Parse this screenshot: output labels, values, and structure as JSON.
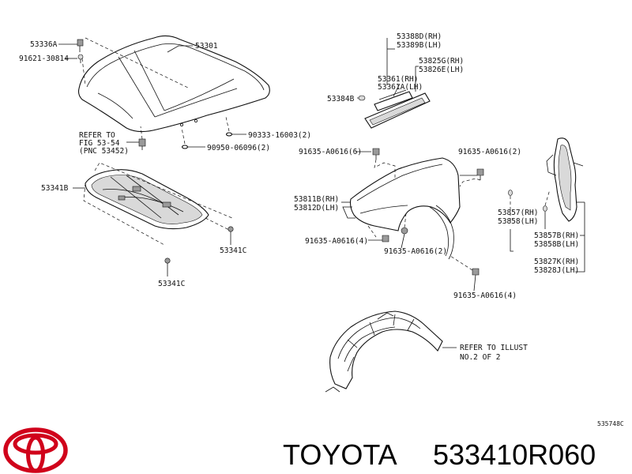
{
  "labels": {
    "p53336a": "53336A",
    "p91621": "91621-30814",
    "p53301": "53301",
    "refer_fig_1": "REFER TO",
    "refer_fig_2": "FIG 53-54",
    "refer_fig_3": "(PNC 53452)",
    "p90333": "90333-16003(2)",
    "p90950": "90950-06096(2)",
    "p53341b": "53341B",
    "p53341c_a": "53341C",
    "p53341c_b": "53341C",
    "p53388d": "53388D(RH)",
    "p53389b": "53389B(LH)",
    "p53825g": "53825G(RH)",
    "p53826e": "53826E(LH)",
    "p53361": "53361(RH)",
    "p53361a": "53361A(LH)",
    "p53384b": "53384B",
    "p91635_6": "91635-A0616(6)",
    "p91635_2a": "91635-A0616(2)",
    "p53811b": "53811B(RH)",
    "p53812d": "53812D(LH)",
    "p91635_4a": "91635-A0616(4)",
    "p91635_2b": "91635-A0616(2)",
    "p91635_4b": "91635-A0616(4)",
    "p53857": "53857(RH)",
    "p53858": "53858(LH)",
    "p53857b": "53857B(RH)",
    "p53858b": "53858B(LH)",
    "p53827k": "53827K(RH)",
    "p53828j": "53828J(LH)",
    "refer_illust_1": "REFER TO ILLUST",
    "refer_illust_2": "NO.2 OF 2",
    "diagram_code": "535748C"
  },
  "footer": {
    "brand": "TOYOTA",
    "part_number": "533410R060"
  },
  "colors": {
    "line": "#111111",
    "logo": "#d0021b"
  },
  "icons": {
    "logo": "toyota-logo-icon"
  }
}
